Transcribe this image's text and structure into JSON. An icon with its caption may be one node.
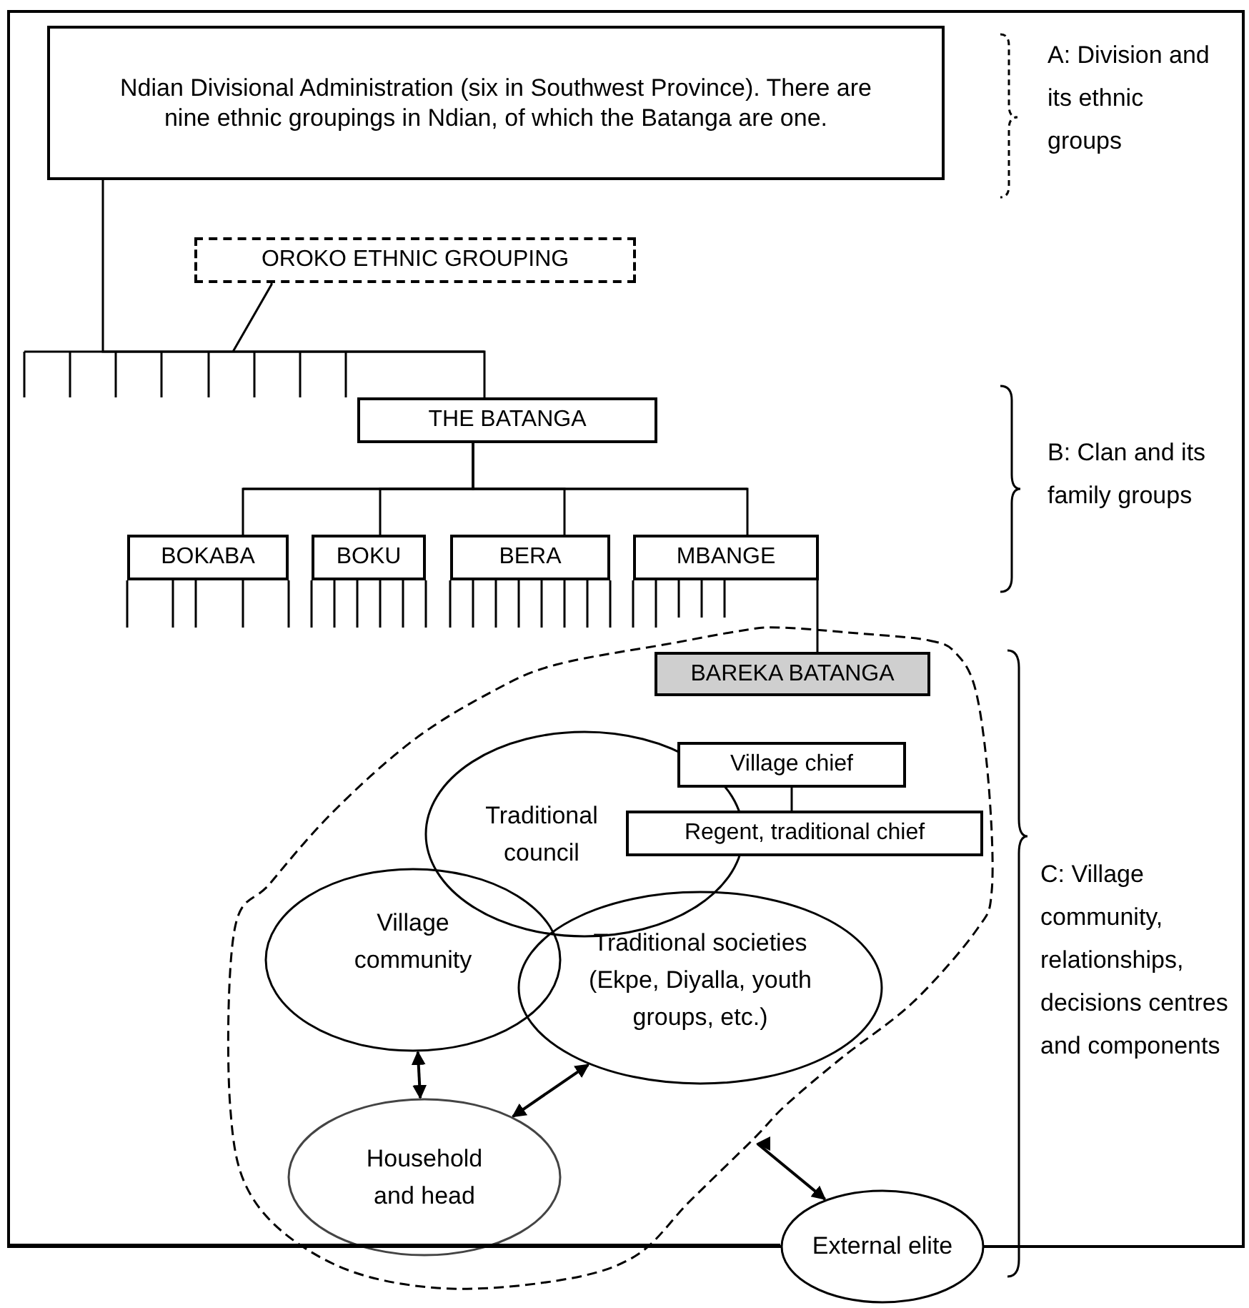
{
  "diagram": {
    "nodes": [
      {
        "text": [
          "Ndian Divisional Administration (six in Southwest Province). There are nine ethnic groupings in Ndian, of which the Batanga are one."
        ]
      },
      {
        "text": [
          "OROKO ETHNIC GROUPING"
        ]
      },
      {
        "text": [
          "THE BATANGA"
        ]
      },
      {
        "text": [
          "BOKABA"
        ]
      },
      {
        "text": [
          "BOKU"
        ]
      },
      {
        "text": [
          "BERA"
        ]
      },
      {
        "text": [
          "MBANGE"
        ]
      },
      {
        "text": [],
        "shape": "cloud"
      },
      {
        "text": [
          "BAREKA BATANGA"
        ],
        "in": 7
      },
      {
        "text": [
          "Traditional council"
        ],
        "in": 7
      },
      {
        "text": [
          "Village chief"
        ],
        "in": 7
      },
      {
        "text": [
          "Regent, traditional chief"
        ],
        "in": 7
      },
      {
        "text": [
          "Village community"
        ],
        "in": 7
      },
      {
        "text": [
          "Traditional societies (Ekpe, Diyalla, youth groups, etc.)"
        ],
        "in": 7
      },
      {
        "text": [
          "Household and head"
        ],
        "in": 7
      },
      {
        "text": [
          "External elite"
        ]
      }
    ],
    "edges": [
      {
        "from": 0,
        "to": 2,
        "arrow": "none"
      },
      {
        "from": 1,
        "to": null,
        "arrow": "none"
      },
      {
        "from": 2,
        "to": 3,
        "arrow": "none"
      },
      {
        "from": 2,
        "to": 4,
        "arrow": "none"
      },
      {
        "from": 2,
        "to": 5,
        "arrow": "none"
      },
      {
        "from": 2,
        "to": 6,
        "arrow": "none"
      },
      {
        "from": 6,
        "to": 8,
        "arrow": "none"
      },
      {
        "from": 10,
        "to": 11,
        "arrow": "none"
      },
      {
        "from": 12,
        "to": 14,
        "arrow": "both"
      },
      {
        "from": 13,
        "to": 14,
        "arrow": "both"
      },
      {
        "from": 7,
        "to": 15,
        "arrow": "both"
      }
    ],
    "labels": [
      "A: Division and its ethnic groups",
      "B: Clan and its family groups",
      "C: Village community, relationships, decisions centres and components"
    ]
  }
}
